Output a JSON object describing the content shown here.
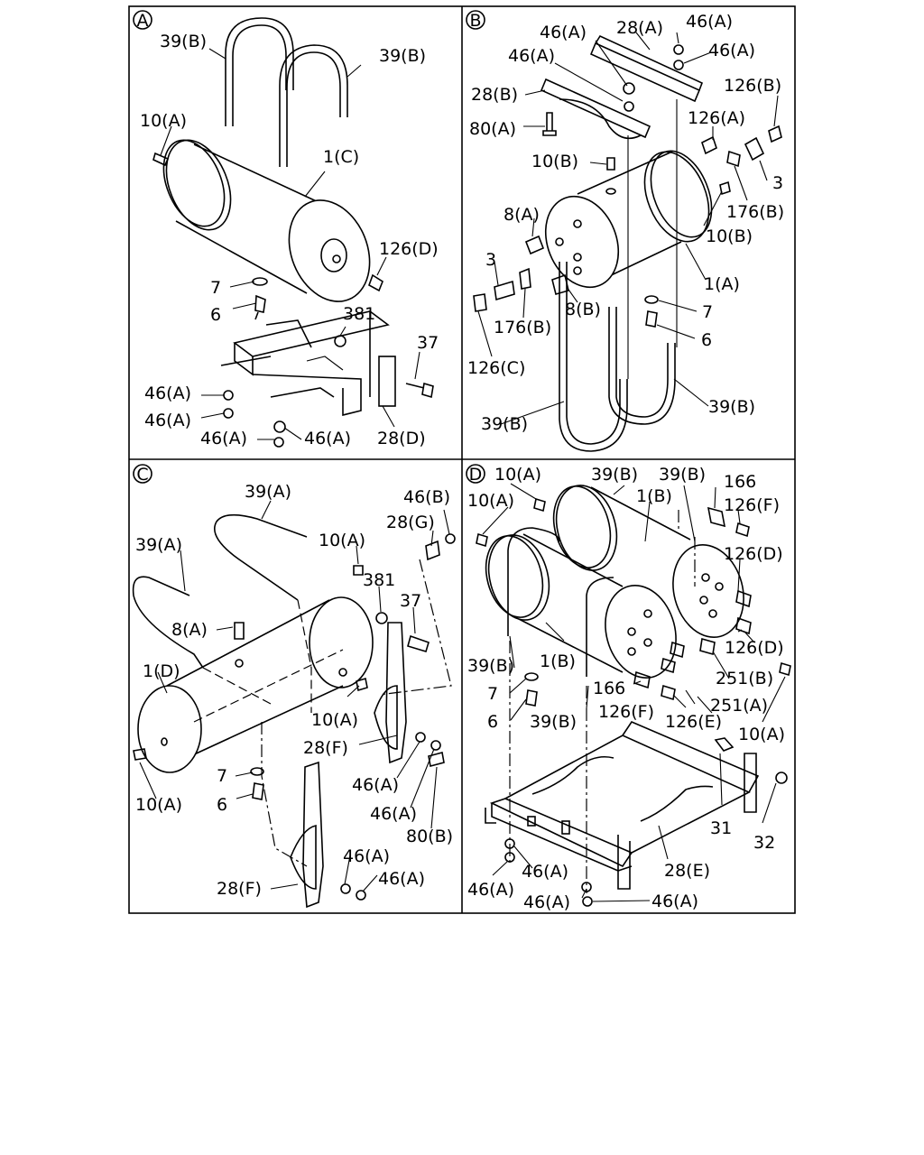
{
  "panels": [
    {
      "id": "A",
      "labels": [
        "39(B)",
        "39(B)",
        "10(A)",
        "1(C)",
        "126(D)",
        "7",
        "6",
        "381",
        "37",
        "46(A)",
        "46(A)",
        "46(A)",
        "46(A)",
        "28(D)"
      ]
    },
    {
      "id": "B",
      "labels": [
        "46(A)",
        "28(A)",
        "46(A)",
        "46(A)",
        "46(A)",
        "28(B)",
        "126(B)",
        "126(A)",
        "80(A)",
        "10(B)",
        "3",
        "8(A)",
        "176(B)",
        "10(B)",
        "3",
        "1(A)",
        "8(B)",
        "7",
        "176(B)",
        "6",
        "126(C)",
        "39(B)",
        "39(B)"
      ]
    },
    {
      "id": "C",
      "labels": [
        "39(A)",
        "46(B)",
        "28(G)",
        "39(A)",
        "10(A)",
        "381",
        "37",
        "8(A)",
        "1(D)",
        "10(A)",
        "28(F)",
        "46(A)",
        "7",
        "6",
        "10(A)",
        "46(A)",
        "80(B)",
        "46(A)",
        "46(A)",
        "28(F)"
      ]
    },
    {
      "id": "D",
      "labels": [
        "10(A)",
        "39(B)",
        "39(B)",
        "166",
        "10(A)",
        "1(B)",
        "126(F)",
        "126(D)",
        "126(D)",
        "1(B)",
        "39(B)",
        "251(B)",
        "7",
        "166",
        "251(A)",
        "6",
        "39(B)",
        "126(F)",
        "126(E)",
        "10(A)",
        "31",
        "32",
        "28(E)",
        "46(A)",
        "46(A)",
        "46(A)",
        "46(A)"
      ]
    }
  ]
}
